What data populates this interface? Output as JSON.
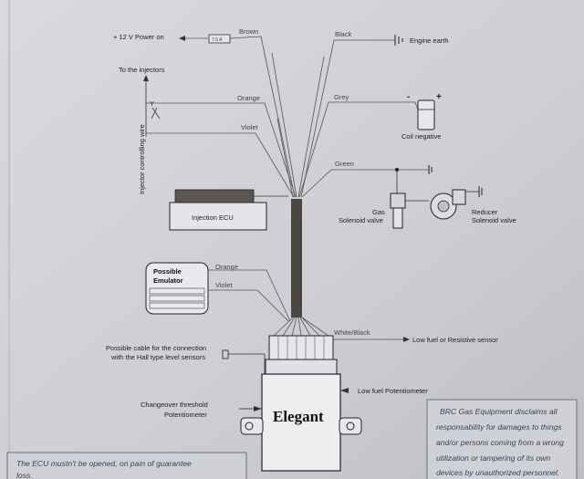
{
  "labels": {
    "power_12v": "+ 12 V Power on",
    "fuse": "7.5 A",
    "engine_earth": "Engine earth",
    "to_injectors": "To the injectors",
    "y_marker": "Y",
    "coil_minus": "-",
    "coil_plus": "+",
    "coil_negative": "Coil negative",
    "injector_wire": "Injector controlling wire",
    "injection_ecu": "Injection ECU",
    "gas_solenoid_line1": "Gas",
    "gas_solenoid_line2": "Solenoid valve",
    "reducer_line1": "Reducer",
    "reducer_line2": "Solenoid valve",
    "emulator_line1": "Possible",
    "emulator_line2": "Emulator",
    "low_fuel_sensor": "Low fuel or Resistive sensor",
    "hall_cable_line1": "Possible cable for the connection",
    "hall_cable_line2": "with the Hall type level sensors",
    "low_fuel_potentiometer": "Low fuel Potentiometer",
    "changeover_line1": "Changeover threshold",
    "changeover_line2": "Potentiometer",
    "ecu_title": "Elegant"
  },
  "wires": {
    "brown": "Brown",
    "black": "Black",
    "orange": "Orange",
    "grey": "Grey",
    "violet": "Violet",
    "green": "Green",
    "emulator_orange": "Orange",
    "emulator_violet": "Violet",
    "white_black": "White/Black"
  },
  "disclaimer": [
    "BRC Gas Equipment disclaims all",
    "responsability for damages to things",
    "and/or persons coming from a wrong",
    "utilization or tampering of its own",
    "devices by unauthorized personnel."
  ],
  "ecu_notice": [
    "The ECU mustn't be opened, on pain of guarantee",
    "loss."
  ],
  "colors": {
    "paper": "#cdced3",
    "ink": "#1e1e22",
    "harness": "#4a4642",
    "note_ink": "#3a3f58"
  }
}
